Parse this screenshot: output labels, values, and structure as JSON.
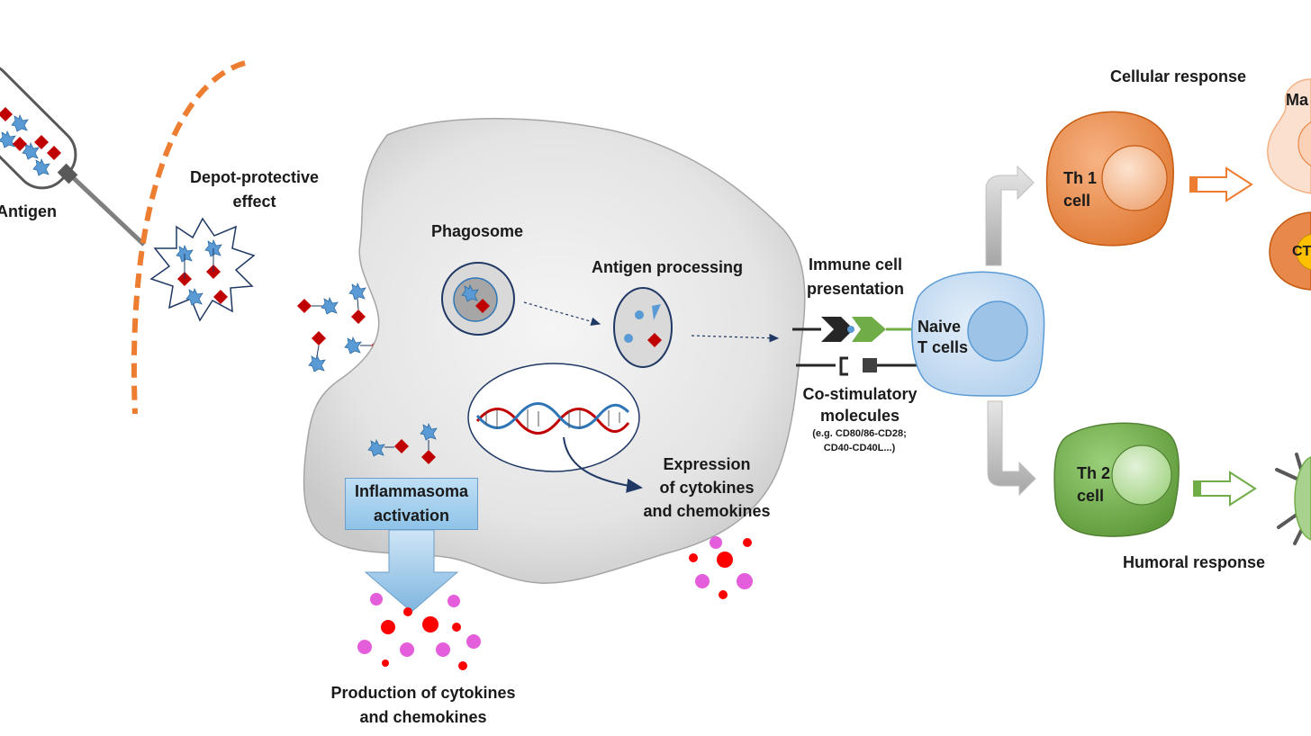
{
  "labels": {
    "antigen": "Antigen",
    "depot_line1": "Depot-protective",
    "depot_line2": "effect",
    "phagosome": "Phagosome",
    "antigen_processing": "Antigen processing",
    "immune_presentation_line1": "Immune cell",
    "immune_presentation_line2": "presentation",
    "naive_line1": "Naive",
    "naive_line2": "T cells",
    "costim_line1": "Co-stimulatory",
    "costim_line2": "molecules",
    "costim_eg_line1": "(e.g.  CD80/86-CD28;",
    "costim_eg_line2": "CD40-CD40L...)",
    "expression_line1": "Expression",
    "expression_line2": "of cytokines",
    "expression_line3": "and chemokines",
    "inflammasoma_line1": "Inflammasoma",
    "inflammasoma_line2": "activation",
    "production_line1": "Production of cytokines",
    "production_line2": "and chemokines",
    "cellular_response": "Cellular response",
    "humoral_response": "Humoral response",
    "th1_line1": "Th 1",
    "th1_line2": "cell",
    "th2_line1": "Th 2",
    "th2_line2": "cell",
    "macrophage_partial": "Ma",
    "ctl_partial": "CT"
  },
  "colors": {
    "antigen_star": "#5b9bd5",
    "antigen_diamond": "#c00000",
    "membrane_dash": "#ed7d31",
    "th1_cell": "#e8884a",
    "th2_cell": "#70ad47",
    "naive_cell": "#bdd7ee",
    "cytokine_red": "#ff0000",
    "cytokine_pink": "#e45ddb"
  }
}
